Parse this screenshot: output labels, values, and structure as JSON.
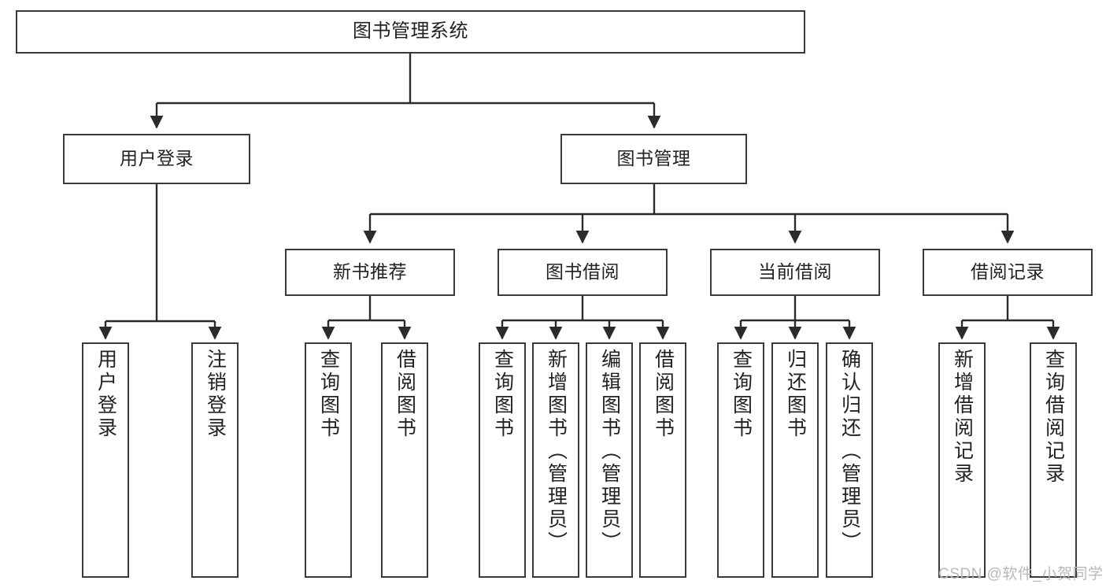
{
  "diagram": {
    "title": "图书管理系统",
    "type": "functional-structure-tree",
    "watermark": "CSDN @软件_小贺同学",
    "colors": {
      "box_border": "#3a3a3a",
      "box_fill": "#ffffff",
      "edge": "#2b2b2b",
      "text": "#222222",
      "watermark": "#b9b9b9"
    },
    "levels": {
      "level1": [
        {
          "id": "root",
          "label": "图书管理系统"
        }
      ],
      "level2": [
        {
          "id": "login",
          "label": "用户登录"
        },
        {
          "id": "bookmgmt",
          "label": "图书管理"
        }
      ],
      "level3": [
        {
          "id": "newbook",
          "label": "新书推荐",
          "parent": "bookmgmt"
        },
        {
          "id": "borrow",
          "label": "图书借阅",
          "parent": "bookmgmt"
        },
        {
          "id": "current",
          "label": "当前借阅",
          "parent": "bookmgmt"
        },
        {
          "id": "record",
          "label": "借阅记录",
          "parent": "bookmgmt"
        }
      ],
      "leaves": [
        {
          "id": "leaf-user-login",
          "label": "用户登录",
          "parent": "login"
        },
        {
          "id": "leaf-user-logout",
          "label": "注销登录",
          "parent": "login"
        },
        {
          "id": "leaf-newbook-query",
          "label": "查询图书",
          "parent": "newbook"
        },
        {
          "id": "leaf-newbook-borrow",
          "label": "借阅图书",
          "parent": "newbook"
        },
        {
          "id": "leaf-borrow-query",
          "label": "查询图书",
          "parent": "borrow"
        },
        {
          "id": "leaf-borrow-add",
          "label": "新增图书（管理员）",
          "parent": "borrow"
        },
        {
          "id": "leaf-borrow-edit",
          "label": "编辑图书（管理员）",
          "parent": "borrow"
        },
        {
          "id": "leaf-borrow-borrow",
          "label": "借阅图书",
          "parent": "borrow"
        },
        {
          "id": "leaf-current-query",
          "label": "查询图书",
          "parent": "current"
        },
        {
          "id": "leaf-current-return",
          "label": "归还图书",
          "parent": "current"
        },
        {
          "id": "leaf-current-confirm",
          "label": "确认归还（管理员）",
          "parent": "current"
        },
        {
          "id": "leaf-record-add",
          "label": "新增借阅记录",
          "parent": "record"
        },
        {
          "id": "leaf-record-query",
          "label": "查询借阅记录",
          "parent": "record"
        }
      ]
    }
  }
}
